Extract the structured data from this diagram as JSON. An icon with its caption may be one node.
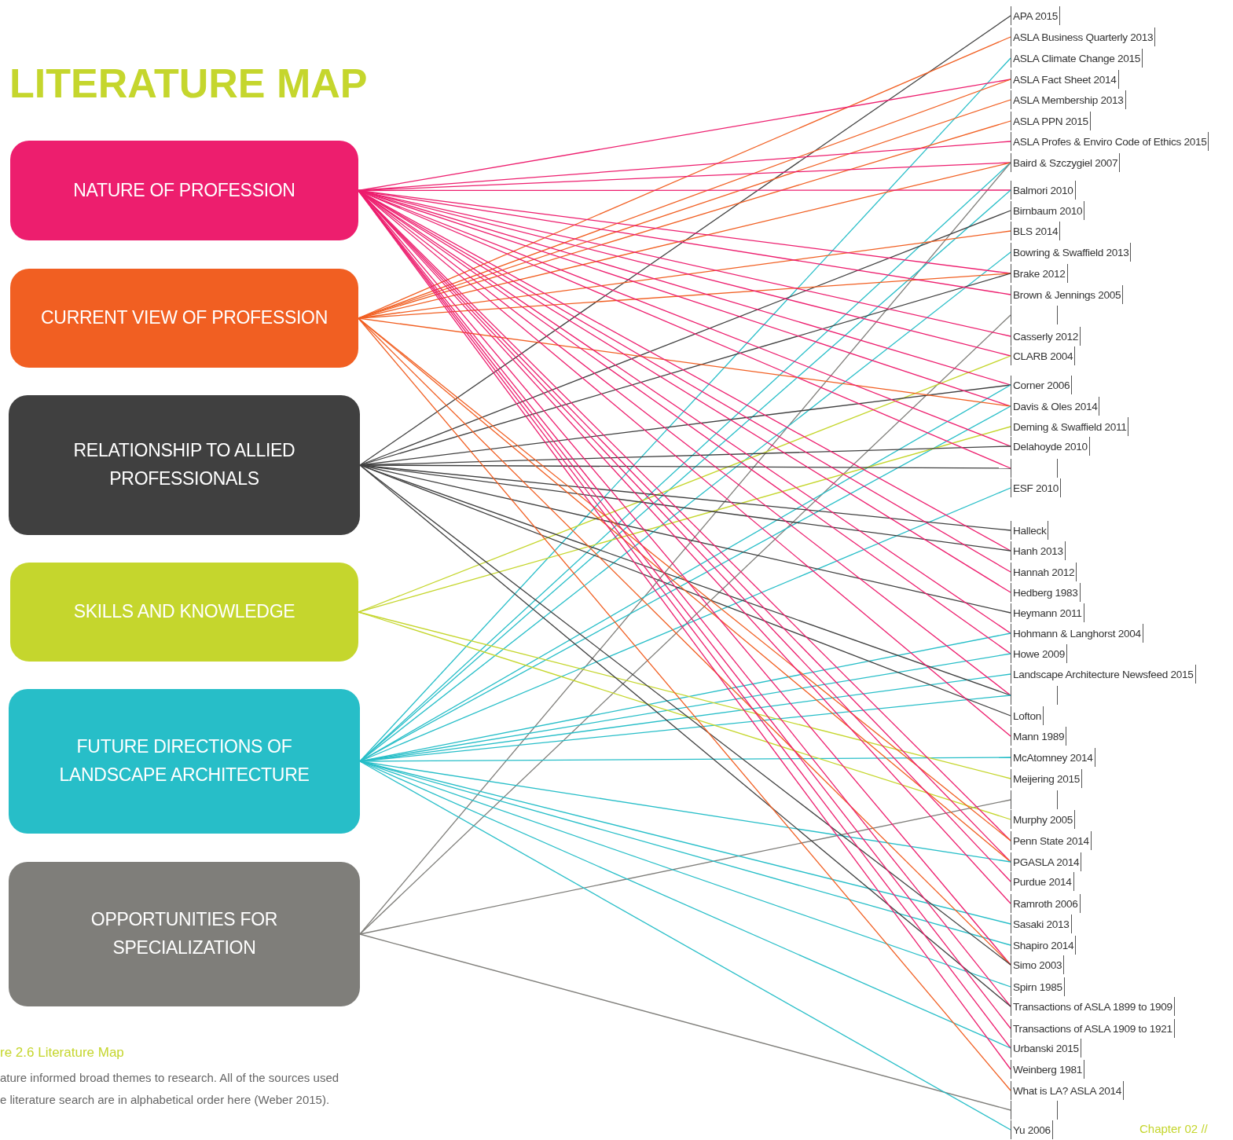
{
  "diagram": {
    "title": "LITERATURE MAP",
    "nodes": [
      {
        "text": [
          "NATURE OF PROFESSION"
        ]
      },
      {
        "text": [
          "CURRENT VIEW OF PROFESSION"
        ]
      },
      {
        "text": [
          "RELATIONSHIP TO ALLIED PROFESSIONALS"
        ]
      },
      {
        "text": [
          "SKILLS AND KNOWLEDGE"
        ]
      },
      {
        "text": [
          "FUTURE DIRECTIONS OF LANDSCAPE ARCHITECTURE"
        ]
      },
      {
        "text": [
          "OPPORTUNITIES FOR SPECIALIZATION"
        ]
      },
      {
        "text": [
          "APA 2015"
        ]
      },
      {
        "text": [
          "ASLA Business Quarterly 2013"
        ]
      },
      {
        "text": [
          "ASLA Climate Change 2015"
        ]
      },
      {
        "text": [
          "ASLA Fact Sheet 2014"
        ]
      },
      {
        "text": [
          "ASLA Membership 2013"
        ]
      },
      {
        "text": [
          "ASLA PPN 2015"
        ]
      },
      {
        "text": [
          "ASLA Profes & Enviro Code of Ethics 2015"
        ]
      },
      {
        "text": [
          "Baird & Szczygiel 2007"
        ]
      },
      {
        "text": [
          "Balmori 2010"
        ]
      },
      {
        "text": [
          "Birnbaum 2010"
        ]
      },
      {
        "text": [
          "BLS 2014"
        ]
      },
      {
        "text": [
          "Bowring & Swaffield 2013"
        ]
      },
      {
        "text": [
          "Brake 2012"
        ]
      },
      {
        "text": [
          "Brown & Jennings 2005"
        ]
      },
      {
        "text": [],
        "shape": "bar"
      },
      {
        "text": [
          "Casserly 2012"
        ]
      },
      {
        "text": [
          "CLARB 2004"
        ]
      },
      {
        "text": [
          "Corner 2006"
        ]
      },
      {
        "text": [
          "Davis & Oles 2014"
        ]
      },
      {
        "text": [
          "Deming & Swaffield 2011"
        ]
      },
      {
        "text": [
          "Delahoyde 2010"
        ]
      },
      {
        "text": [],
        "shape": "bar"
      },
      {
        "text": [
          "ESF 2010"
        ]
      },
      {
        "text": [
          "Halleck"
        ]
      },
      {
        "text": [
          "Hanh 2013"
        ]
      },
      {
        "text": [
          "Hannah 2012"
        ]
      },
      {
        "text": [
          "Hedberg 1983"
        ]
      },
      {
        "text": [
          "Heymann 2011"
        ]
      },
      {
        "text": [
          "Hohmann & Langhorst 2004"
        ]
      },
      {
        "text": [
          "Howe 2009"
        ]
      },
      {
        "text": [
          "Landscape Architecture Newsfeed 2015"
        ]
      },
      {
        "text": [],
        "shape": "bar"
      },
      {
        "text": [
          "Lofton"
        ]
      },
      {
        "text": [
          "Mann 1989"
        ]
      },
      {
        "text": [
          "McAtomney 2014"
        ]
      },
      {
        "text": [
          "Meijering 2015"
        ]
      },
      {
        "text": [],
        "shape": "bar"
      },
      {
        "text": [
          "Murphy 2005"
        ]
      },
      {
        "text": [
          "Penn State 2014"
        ]
      },
      {
        "text": [
          "PGASLA 2014"
        ]
      },
      {
        "text": [
          "Purdue 2014"
        ]
      },
      {
        "text": [
          "Ramroth 2006"
        ]
      },
      {
        "text": [
          "Sasaki 2013"
        ]
      },
      {
        "text": [
          "Shapiro 2014"
        ]
      },
      {
        "text": [
          "Simo 2003"
        ]
      },
      {
        "text": [
          "Spirn 1985"
        ]
      },
      {
        "text": [
          "Transactions of ASLA 1899 to 1909"
        ]
      },
      {
        "text": [
          "Transactions of ASLA 1909 to 1921"
        ]
      },
      {
        "text": [
          "Urbanski 2015"
        ]
      },
      {
        "text": [
          "Weinberg 1981"
        ]
      },
      {
        "text": [
          "What is LA? ASLA 2014"
        ]
      },
      {
        "text": [],
        "shape": "bar"
      },
      {
        "text": [
          "Yu 2006"
        ]
      }
    ],
    "edges": [
      {
        "from": 2,
        "to": 6,
        "arrow": "none",
        "color": "#404040"
      },
      {
        "from": 1,
        "to": 7,
        "arrow": "none",
        "color": "#f15f22"
      },
      {
        "from": 4,
        "to": 8,
        "arrow": "none",
        "color": "#27bec8"
      },
      {
        "from": 0,
        "to": 9,
        "arrow": "none"
      },
      {
        "from": 1,
        "to": 9,
        "arrow": "none",
        "color": "#f15f22"
      },
      {
        "from": 1,
        "to": 10,
        "arrow": "none",
        "color": "#f15f22"
      },
      {
        "from": 1,
        "to": 11,
        "arrow": "none",
        "color": "#f15f22"
      },
      {
        "from": 0,
        "to": 12,
        "arrow": "none"
      },
      {
        "from": 0,
        "to": 13,
        "arrow": "none"
      },
      {
        "from": 1,
        "to": 13,
        "arrow": "none",
        "color": "#f15f22"
      },
      {
        "from": 4,
        "to": 13,
        "arrow": "none",
        "color": "#27bec8"
      },
      {
        "from": 5,
        "to": 13,
        "arrow": "none",
        "color": "#7f7e7a"
      },
      {
        "from": 0,
        "to": 14,
        "arrow": "none"
      },
      {
        "from": 4,
        "to": 14,
        "arrow": "none",
        "color": "#27bec8"
      },
      {
        "from": 2,
        "to": 15,
        "arrow": "none",
        "color": "#404040"
      },
      {
        "from": 1,
        "to": 16,
        "arrow": "none",
        "color": "#f15f22"
      },
      {
        "from": 4,
        "to": 17,
        "arrow": "none",
        "color": "#27bec8"
      },
      {
        "from": 0,
        "to": 18,
        "arrow": "none"
      },
      {
        "from": 1,
        "to": 18,
        "arrow": "none",
        "color": "#f15f22"
      },
      {
        "from": 2,
        "to": 18,
        "arrow": "none",
        "color": "#404040"
      },
      {
        "from": 0,
        "to": 19,
        "arrow": "none"
      },
      {
        "from": 5,
        "to": 20,
        "arrow": "none",
        "color": "#7f7e7a"
      },
      {
        "from": 0,
        "to": 21,
        "arrow": "none"
      },
      {
        "from": 0,
        "to": 22,
        "arrow": "none"
      },
      {
        "from": 3,
        "to": 22,
        "arrow": "none",
        "color": "#c5d62d"
      },
      {
        "from": 0,
        "to": 23,
        "arrow": "none"
      },
      {
        "from": 2,
        "to": 23,
        "arrow": "none",
        "color": "#404040"
      },
      {
        "from": 4,
        "to": 23,
        "arrow": "none",
        "color": "#27bec8"
      },
      {
        "from": 0,
        "to": 24,
        "arrow": "none"
      },
      {
        "from": 1,
        "to": 24,
        "arrow": "none",
        "color": "#f15f22"
      },
      {
        "from": 4,
        "to": 24,
        "arrow": "none",
        "color": "#27bec8"
      },
      {
        "from": 3,
        "to": 25,
        "arrow": "none",
        "color": "#c5d62d"
      },
      {
        "from": 0,
        "to": 26,
        "arrow": "none"
      },
      {
        "from": 2,
        "to": 26,
        "arrow": "none",
        "color": "#404040"
      },
      {
        "from": 0,
        "to": 27,
        "arrow": "none"
      },
      {
        "from": 2,
        "to": 27,
        "arrow": "none",
        "color": "#404040"
      },
      {
        "from": 4,
        "to": 28,
        "arrow": "none",
        "color": "#27bec8"
      },
      {
        "from": 2,
        "to": 29,
        "arrow": "none",
        "color": "#404040"
      },
      {
        "from": 0,
        "to": 30,
        "arrow": "none"
      },
      {
        "from": 2,
        "to": 30,
        "arrow": "none",
        "color": "#404040"
      },
      {
        "from": 0,
        "to": 31,
        "arrow": "none"
      },
      {
        "from": 0,
        "to": 32,
        "arrow": "none"
      },
      {
        "from": 2,
        "to": 33,
        "arrow": "none",
        "color": "#404040"
      },
      {
        "from": 0,
        "to": 34,
        "arrow": "none"
      },
      {
        "from": 4,
        "to": 34,
        "arrow": "none",
        "color": "#27bec8"
      },
      {
        "from": 0,
        "to": 35,
        "arrow": "none"
      },
      {
        "from": 4,
        "to": 35,
        "arrow": "none",
        "color": "#27bec8"
      },
      {
        "from": 4,
        "to": 36,
        "arrow": "none",
        "color": "#27bec8"
      },
      {
        "from": 0,
        "to": 37,
        "arrow": "none"
      },
      {
        "from": 2,
        "to": 37,
        "arrow": "none",
        "color": "#404040"
      },
      {
        "from": 4,
        "to": 37,
        "arrow": "none",
        "color": "#27bec8"
      },
      {
        "from": 2,
        "to": 38,
        "arrow": "none",
        "color": "#404040"
      },
      {
        "from": 0,
        "to": 39,
        "arrow": "none"
      },
      {
        "from": 4,
        "to": 40,
        "arrow": "none",
        "color": "#27bec8"
      },
      {
        "from": 3,
        "to": 41,
        "arrow": "none",
        "color": "#c5d62d"
      },
      {
        "from": 5,
        "to": 42,
        "arrow": "none",
        "color": "#7f7e7a"
      },
      {
        "from": 3,
        "to": 43,
        "arrow": "none",
        "color": "#c5d62d"
      },
      {
        "from": 0,
        "to": 44,
        "arrow": "none"
      },
      {
        "from": 1,
        "to": 44,
        "arrow": "none",
        "color": "#f15f22"
      },
      {
        "from": 0,
        "to": 45,
        "arrow": "none"
      },
      {
        "from": 1,
        "to": 45,
        "arrow": "none",
        "color": "#f15f22"
      },
      {
        "from": 4,
        "to": 45,
        "arrow": "none",
        "color": "#27bec8"
      },
      {
        "from": 0,
        "to": 46,
        "arrow": "none"
      },
      {
        "from": 0,
        "to": 47,
        "arrow": "none"
      },
      {
        "from": 4,
        "to": 48,
        "arrow": "none",
        "color": "#27bec8"
      },
      {
        "from": 4,
        "to": 49,
        "arrow": "none",
        "color": "#27bec8"
      },
      {
        "from": 0,
        "to": 50,
        "arrow": "none"
      },
      {
        "from": 1,
        "to": 50,
        "arrow": "none",
        "color": "#f15f22"
      },
      {
        "from": 2,
        "to": 50,
        "arrow": "none",
        "color": "#404040"
      },
      {
        "from": 4,
        "to": 51,
        "arrow": "none",
        "color": "#27bec8"
      },
      {
        "from": 0,
        "to": 52,
        "arrow": "none"
      },
      {
        "from": 2,
        "to": 52,
        "arrow": "none",
        "color": "#404040"
      },
      {
        "from": 0,
        "to": 53,
        "arrow": "none"
      },
      {
        "from": 0,
        "to": 54,
        "arrow": "none"
      },
      {
        "from": 4,
        "to": 54,
        "arrow": "none",
        "color": "#27bec8"
      },
      {
        "from": 0,
        "to": 55,
        "arrow": "none"
      },
      {
        "from": 1,
        "to": 56,
        "arrow": "none",
        "color": "#f15f22"
      },
      {
        "from": 5,
        "to": 57,
        "arrow": "none",
        "color": "#7f7e7a"
      },
      {
        "from": 4,
        "to": 58,
        "arrow": "none",
        "color": "#27bec8"
      }
    ],
    "labels": [
      "re 2.6 Literature Map",
      "ature informed broad themes to research. All of the sources used e literature search are in alphabetical order here (Weber 2015).",
      "Chapter 02 //"
    ]
  }
}
